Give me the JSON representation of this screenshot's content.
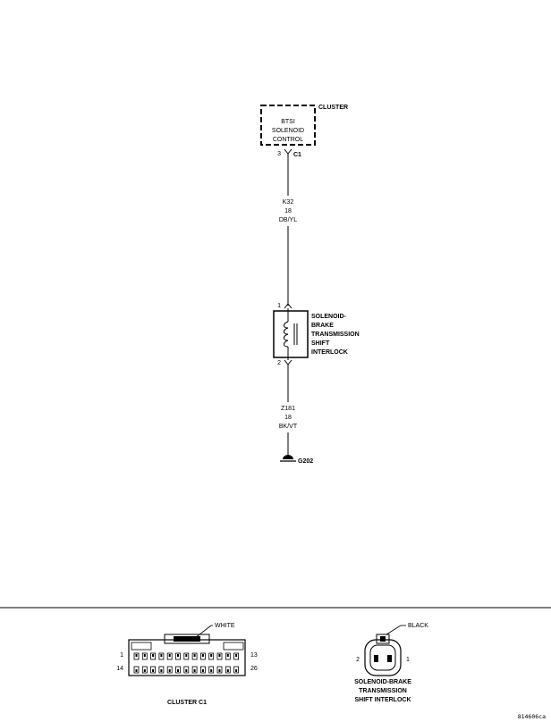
{
  "schematic": {
    "cluster": {
      "title": "CLUSTER",
      "module_lines": [
        "BTSI",
        "SOLENOID",
        "CONTROL"
      ],
      "pin": "3",
      "connector": "C1"
    },
    "wire_top": {
      "circuit": "K32",
      "gauge": "18",
      "color": "DB/YL"
    },
    "solenoid": {
      "pin_top": "1",
      "pin_bottom": "2",
      "name_lines": [
        "SOLENOID-",
        "BRAKE",
        "TRANSMISSION",
        "SHIFT",
        "INTERLOCK"
      ]
    },
    "wire_bottom": {
      "circuit": "Z181",
      "gauge": "18",
      "color": "BK/VT"
    },
    "ground": {
      "label": "G202"
    }
  },
  "connectors": {
    "cluster_c1": {
      "color": "WHITE",
      "pin_top_left": "1",
      "pin_top_right": "13",
      "pin_bottom_left": "14",
      "pin_bottom_right": "26",
      "title": "CLUSTER C1"
    },
    "solenoid_conn": {
      "color": "BLACK",
      "pin_left": "2",
      "pin_right": "1",
      "title_lines": [
        "SOLENOID-BRAKE",
        "TRANSMISSION",
        "SHIFT INTERLOCK"
      ]
    }
  },
  "figure_id": "814606ca"
}
